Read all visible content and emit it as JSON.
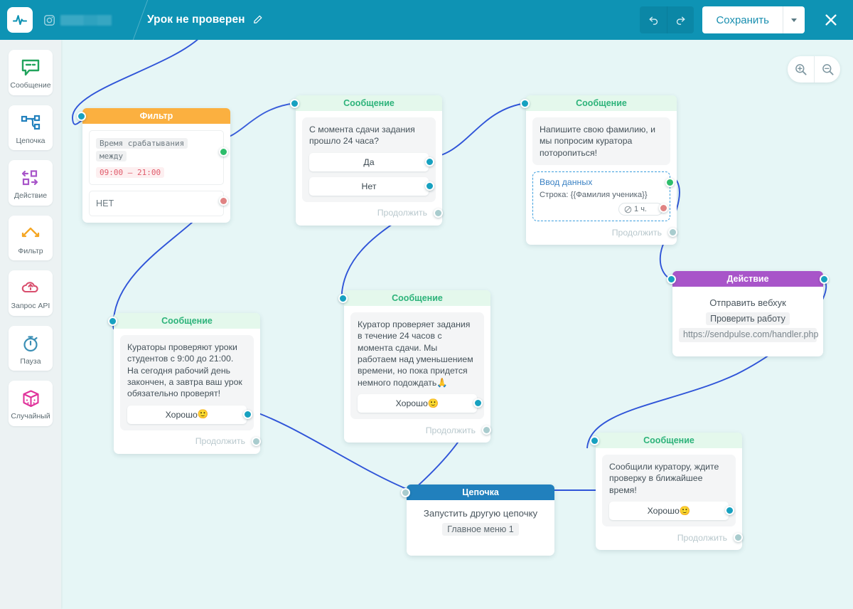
{
  "header": {
    "logo_name": "sendpulse-logo",
    "account_icon": "instagram-icon",
    "account_name_redacted": "",
    "title": "Урок не проверен",
    "edit_icon": "pencil-icon",
    "undo_icon": "undo-arrow-icon",
    "redo_icon": "redo-arrow-icon",
    "save_label": "Сохранить",
    "save_caret_icon": "chevron-down-icon",
    "close_icon": "close-icon",
    "bg_color": "#0e93b4"
  },
  "sidebar": {
    "items": [
      {
        "label": "Сообщение",
        "icon": "message-icon",
        "color": "#22a45d"
      },
      {
        "label": "Цепочка",
        "icon": "flow-icon",
        "color": "#2180bd"
      },
      {
        "label": "Действие",
        "icon": "action-icon",
        "color": "#a855c9"
      },
      {
        "label": "Фильтр",
        "icon": "filter-icon",
        "color": "#f5a623"
      },
      {
        "label": "Запрос API",
        "icon": "api-cloud-icon",
        "color": "#d94f6e"
      },
      {
        "label": "Пауза",
        "icon": "timer-icon",
        "color": "#3b8fb5"
      },
      {
        "label": "Случайный",
        "icon": "dice-icon",
        "color": "#e0339b"
      }
    ]
  },
  "canvas": {
    "bg_color": "#e6f6f6",
    "zoom_in_icon": "zoom-in-icon",
    "zoom_out_icon": "zoom-out-icon",
    "edge_color": "#2f54d8"
  },
  "nodes": {
    "filter": {
      "type": "filter",
      "title": "Фильтр",
      "condition_field": "Время срабатывания",
      "condition_op": "между",
      "condition_value": "09:00 — 21:00",
      "else_label": "НЕТ",
      "header_color": "#fbb040"
    },
    "msg_24h": {
      "type": "message",
      "title": "Сообщение",
      "text": "С момента сдачи задания прошло 24 часа?",
      "buttons": [
        "Да",
        "Нет"
      ],
      "continue_label": "Продолжить"
    },
    "msg_surname": {
      "type": "message",
      "title": "Сообщение",
      "text": "Напишите свою фамилию, и мы попросим куратора поторопиться!",
      "data_input": {
        "title": "Ввод данных",
        "line": "Строка: {{Фамилия  ученика}}",
        "timeout_icon": "no-entry-icon",
        "timeout": "1 ч."
      },
      "continue_label": "Продолжить"
    },
    "action_webhook": {
      "type": "action",
      "title": "Действие",
      "action_name": "Отправить вебхук",
      "action_chip": "Проверить работу",
      "url": "https://sendpulse.com/handler.php",
      "header_color": "#a855c9"
    },
    "msg_curator_24h": {
      "type": "message",
      "title": "Сообщение",
      "text": "Куратор проверяет задания в течение 24 часов с момента сдачи. Мы работаем над уменьшением времени, но пока придется немного подождать",
      "text_emoji": "🙏",
      "buttons": [
        "Хорошо"
      ],
      "button_emoji": "🙂",
      "continue_label": "Продолжить"
    },
    "msg_workhours": {
      "type": "message",
      "title": "Сообщение",
      "text": "Кураторы проверяют уроки студентов с 9:00 до 21:00. На сегодня рабочий день закончен, а завтра ваш урок обязательно проверят!",
      "buttons": [
        "Хорошо"
      ],
      "button_emoji": "🙂",
      "continue_label": "Продолжить"
    },
    "chain": {
      "type": "chain",
      "title": "Цепочка",
      "action_name": "Запустить другую цепочку",
      "chain_chip": "Главное меню 1",
      "header_color": "#2180bd"
    },
    "msg_notified": {
      "type": "message",
      "title": "Сообщение",
      "text": "Сообщили куратору, ждите проверку в ближайшее время!",
      "buttons": [
        "Хорошо"
      ],
      "button_emoji": "🙂",
      "continue_label": "Продолжить"
    }
  }
}
